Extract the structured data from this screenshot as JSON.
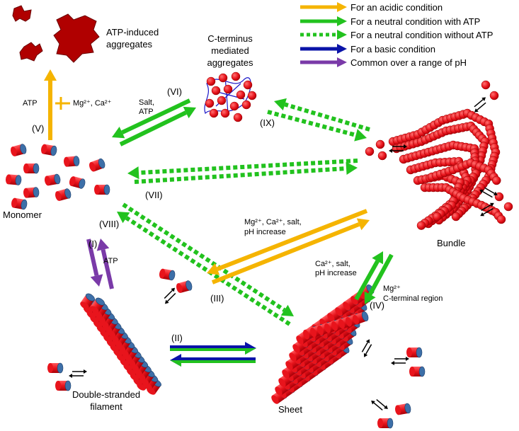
{
  "colors": {
    "acidic": "#f5b400",
    "neutral_atp": "#22c21e",
    "neutral_no_atp": "#22c21e",
    "basic": "#0a13a8",
    "common": "#7a3aa8",
    "protein_red": "#e8141c",
    "monomer_blue": "#3d6fa8",
    "aggregate_dark_red": "#b00000",
    "mediated_blue": "#1a16c8"
  },
  "legend": [
    {
      "key": "acidic",
      "label": "For an acidic condition",
      "style": "solid"
    },
    {
      "key": "neutral_atp",
      "label": "For a neutral condition with ATP",
      "style": "solid"
    },
    {
      "key": "neutral_no_atp",
      "label": "For a neutral condition without ATP",
      "style": "dotted"
    },
    {
      "key": "basic",
      "label": "For a basic condition",
      "style": "solid"
    },
    {
      "key": "common",
      "label": "Common over a range of pH",
      "style": "solid"
    }
  ],
  "species": {
    "atp_aggregates": [
      "ATP-induced",
      "aggregates"
    ],
    "cterm_aggregates": [
      "C-terminus",
      "mediated",
      "aggregates"
    ],
    "monomer": "Monomer",
    "bundle": "Bundle",
    "filament": [
      "Double-stranded",
      "filament"
    ],
    "sheet": "Sheet"
  },
  "transitions": {
    "I": "(I)",
    "II": "(II)",
    "III": "(III)",
    "IV": "(IV)",
    "V": "(V)",
    "VI": "(VI)",
    "VII": "(VII)",
    "VIII": "(VIII)",
    "IX": "(IX)"
  },
  "conditions": {
    "v_atp": "ATP",
    "v_inhibit": "Mg²⁺, Ca²⁺",
    "vi_cond": [
      "Salt,",
      "ATP"
    ],
    "i_atp": "ATP",
    "iii_cond": [
      "Mg²⁺, Ca²⁺, salt,",
      "pH increase"
    ],
    "iv_left": [
      "Ca²⁺, salt,",
      "pH increase"
    ],
    "iv_right": [
      "Mg²⁺",
      "C-terminal region"
    ]
  }
}
